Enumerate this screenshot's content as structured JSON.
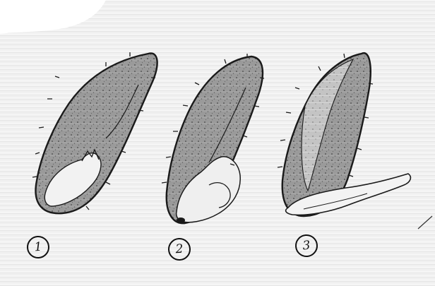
{
  "figure": {
    "steps": [
      {
        "label": "1"
      },
      {
        "label": "2"
      },
      {
        "label": "3"
      }
    ],
    "ink_color": "#1a1a1a",
    "shading_color": "#8a8a8a",
    "paper_color": "#f4f4f4"
  }
}
